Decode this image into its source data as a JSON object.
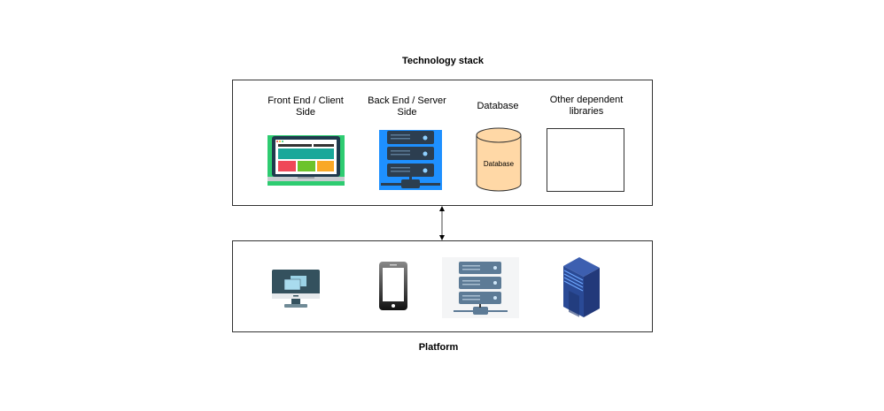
{
  "diagram": {
    "top_title": "Technology stack",
    "bottom_title": "Platform",
    "tech_stack": {
      "columns": [
        {
          "label": "Front End / Client Side",
          "icon": "laptop-webpage-icon"
        },
        {
          "label": "Back End / Server Side",
          "icon": "server-rack-icon"
        },
        {
          "label": "Database",
          "icon": "database-cylinder-icon",
          "shape_text": "Database"
        },
        {
          "label": "Other dependent libraries",
          "icon": "empty-box"
        }
      ]
    },
    "platform": {
      "items": [
        {
          "icon": "desktop-monitor-icon"
        },
        {
          "icon": "mobile-phone-icon"
        },
        {
          "icon": "network-server-icon"
        },
        {
          "icon": "datacenter-server-icon"
        }
      ]
    },
    "connector": {
      "type": "bidirectional-arrow"
    }
  },
  "colors": {
    "database_fill": "#ffd8a6",
    "frontend_bg": "#2ecc71",
    "backend_bg": "#1e90ff",
    "server_dark": "#2c3e50",
    "platform_server": "#5d7b96",
    "datacenter": "#2f4f9e"
  }
}
